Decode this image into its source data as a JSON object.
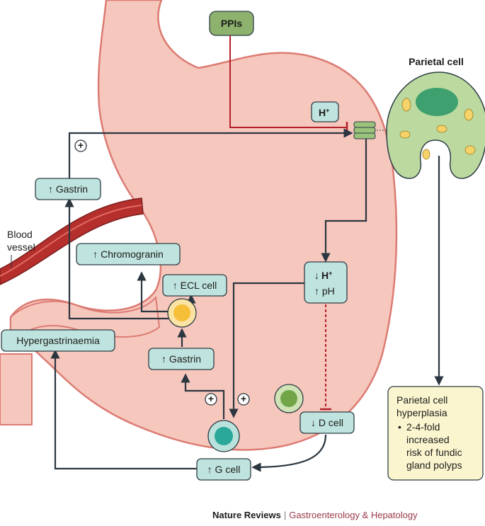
{
  "labels": {
    "ppis": "PPIs",
    "h_plus": "H",
    "h_plus_sup": "+",
    "parietal_cell": "Parietal cell",
    "gastrin_top": "↑ Gastrin",
    "blood_vessel_1": "Blood",
    "blood_vessel_2": "vessel",
    "chromogranin": "↑ Chromogranin",
    "ecl_cell": "↑ ECL cell",
    "hypergastrinaemia": "Hypergastrinaemia",
    "gastrin_mid": "↑ Gastrin",
    "lowH_arrow": "↓",
    "lowH_h": "H",
    "lowH_sup": "+",
    "ph_line": "↑ pH",
    "d_cell": "↓ D cell",
    "g_cell": "↑ G cell",
    "plus_sign": "+",
    "hyperplasia_title_1": "Parietal cell",
    "hyperplasia_title_2": "hyperplasia",
    "hyperplasia_bullet": "•",
    "hyperplasia_lines": [
      "2-4-fold",
      "increased",
      "risk of fundic",
      "gland polyps"
    ]
  },
  "footer": {
    "journal": "Nature Reviews",
    "separator": "|",
    "section": "Gastroenterology & Hepatology"
  },
  "colors": {
    "stomach_fill": "#f6c7bd",
    "stomach_stroke": "#dc7b73",
    "ppi_fill": "#8cb26d",
    "box_fill": "#bfe3de",
    "parietal_fill": "#bcd9a0",
    "parietal_nucleus": "#3ea06e",
    "ecl_cell": "#f6bf39",
    "g_cell": "#2aa899",
    "d_cell": "#72a548",
    "vessel": "#b52f2c",
    "inhibit": "#b3202a",
    "hyperplasia_box": "#fbf5cf"
  }
}
